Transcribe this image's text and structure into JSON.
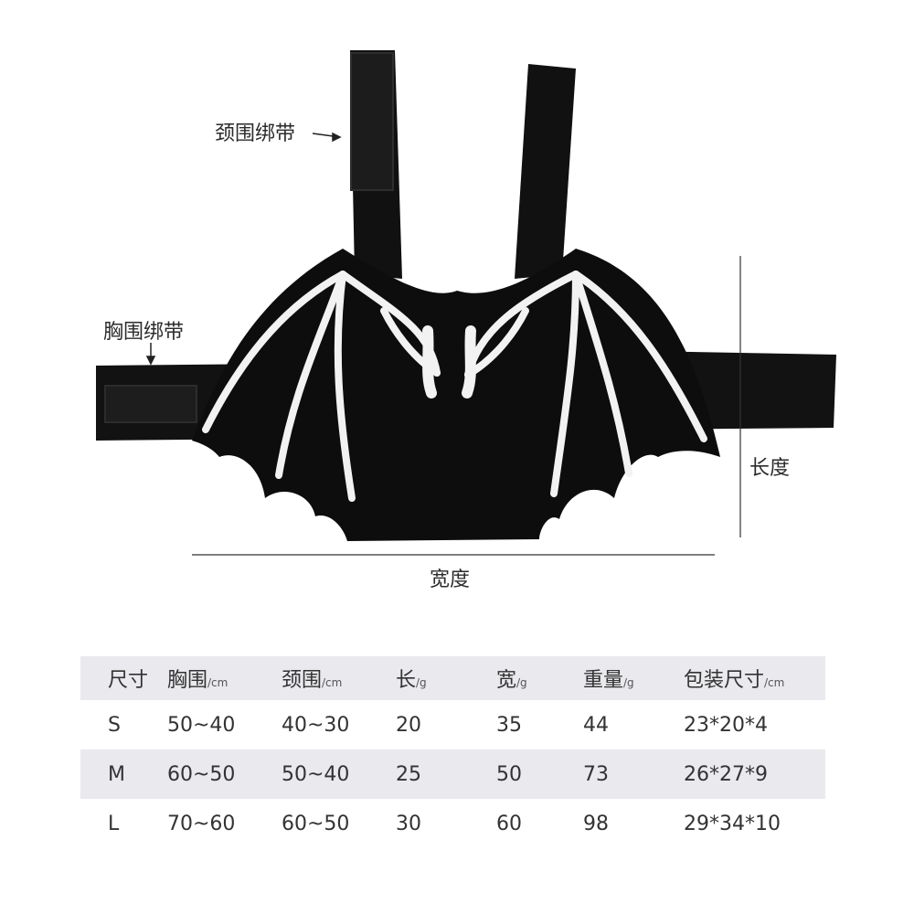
{
  "labels": {
    "neck_strap": "颈围绑带",
    "chest_strap": "胸围绑带",
    "length": "长度",
    "width": "宽度"
  },
  "colors": {
    "wing": "#0d0d0d",
    "bone": "#f2f2f2",
    "table_shade": "#e9e9ee"
  },
  "table": {
    "headers": [
      {
        "text": "尺寸",
        "unit": ""
      },
      {
        "text": "胸围",
        "unit": "/cm"
      },
      {
        "text": "颈围",
        "unit": "/cm"
      },
      {
        "text": "长",
        "unit": "/g"
      },
      {
        "text": "宽",
        "unit": "/g"
      },
      {
        "text": "重量",
        "unit": "/g"
      },
      {
        "text": "包装尺寸",
        "unit": "/cm"
      }
    ],
    "rows": [
      [
        "S",
        "50~40",
        "40~30",
        "20",
        "35",
        "44",
        "23*20*4"
      ],
      [
        "M",
        "60~50",
        "50~40",
        "25",
        "50",
        "73",
        "26*27*9"
      ],
      [
        "L",
        "70~60",
        "60~50",
        "30",
        "60",
        "98",
        "29*34*10"
      ]
    ]
  }
}
